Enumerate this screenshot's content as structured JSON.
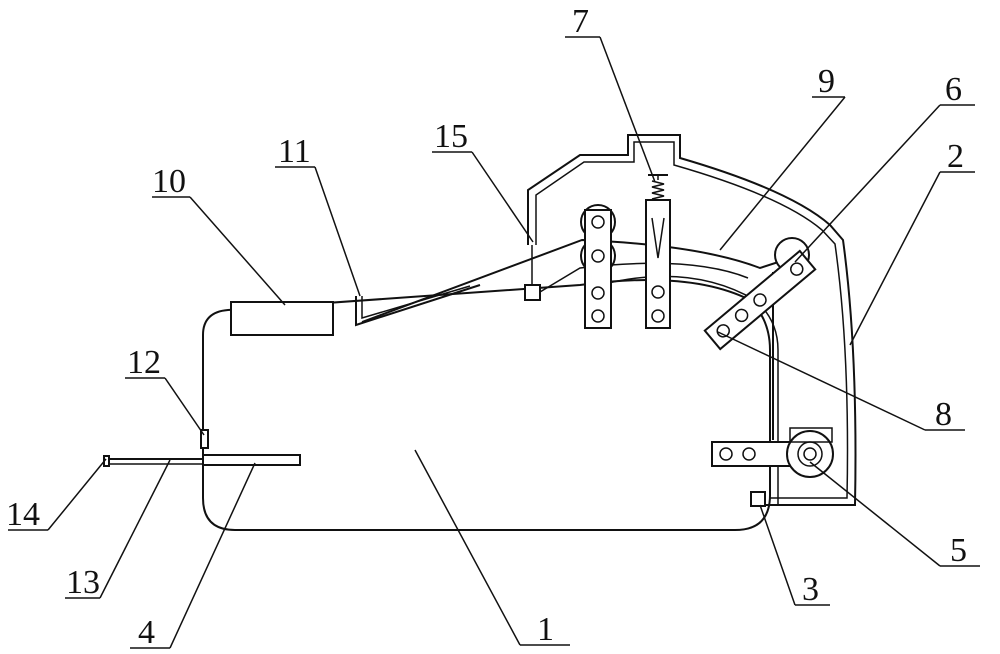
{
  "labels": {
    "l1": "1",
    "l2": "2",
    "l3": "3",
    "l4": "4",
    "l5": "5",
    "l6": "6",
    "l7": "7",
    "l8": "8",
    "l9": "9",
    "l10": "10",
    "l11": "11",
    "l12": "12",
    "l13": "13",
    "l14": "14",
    "l15": "15"
  },
  "colors": {
    "stroke": "#111111",
    "background": "#ffffff"
  }
}
